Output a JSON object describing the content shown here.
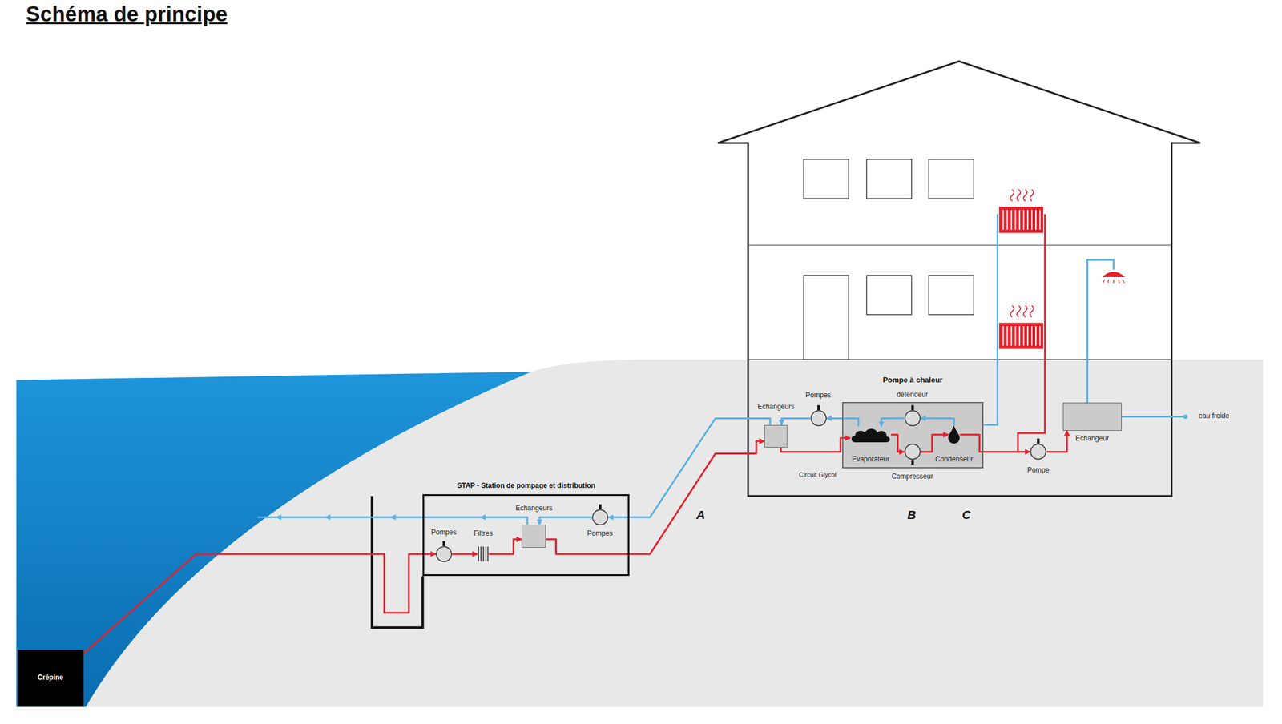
{
  "diagram": {
    "title": "Schéma de principe",
    "nodes": [
      {
        "text": [
          "Crépine"
        ]
      },
      {
        "text": [
          "STAP - Station de pompage et distribution"
        ]
      },
      {
        "text": [
          "Pompes"
        ],
        "in": 1
      },
      {
        "text": [
          "Filtres"
        ],
        "in": 1
      },
      {
        "text": [
          "Echangeurs"
        ],
        "in": 1
      },
      {
        "text": [
          "Pompes"
        ],
        "in": 1
      },
      {
        "text": [
          "Echangeurs"
        ]
      },
      {
        "text": [
          "Pompes"
        ]
      },
      {
        "text": [
          "Pompe à chaleur"
        ]
      },
      {
        "text": [
          "détendeur"
        ],
        "in": 8
      },
      {
        "text": [
          "Evaporateur"
        ],
        "in": 8
      },
      {
        "text": [
          "Compresseur"
        ],
        "in": 8
      },
      {
        "text": [
          "Condenseur"
        ],
        "in": 8
      },
      {
        "text": [
          "Pompe"
        ]
      },
      {
        "text": [
          "Echangeur"
        ]
      }
    ],
    "edges": [
      {
        "from": 0,
        "to": 2,
        "arrow": "to"
      },
      {
        "from": 2,
        "to": 3,
        "arrow": "to"
      },
      {
        "from": 3,
        "to": 4,
        "arrow": "to"
      },
      {
        "from": 4,
        "to": 6,
        "arrow": "to"
      },
      {
        "from": 6,
        "to": 5,
        "arrow": "to"
      },
      {
        "from": 5,
        "to": 4,
        "arrow": "to"
      },
      {
        "from": 6,
        "to": 10,
        "arrow": "to"
      },
      {
        "from": 10,
        "to": 7,
        "arrow": "to"
      },
      {
        "from": 7,
        "to": 6,
        "arrow": "to"
      },
      {
        "from": 10,
        "to": 11,
        "arrow": "to"
      },
      {
        "from": 11,
        "to": 12,
        "arrow": "to"
      },
      {
        "from": 12,
        "to": 9,
        "arrow": "to"
      },
      {
        "from": 9,
        "to": 10,
        "arrow": "to"
      },
      {
        "from": 12,
        "to": 13,
        "arrow": "to"
      },
      {
        "from": 13,
        "to": 14,
        "arrow": "to"
      }
    ],
    "labels": [
      "Circuit Glycol",
      "A",
      "B",
      "C",
      "eau froide"
    ]
  }
}
